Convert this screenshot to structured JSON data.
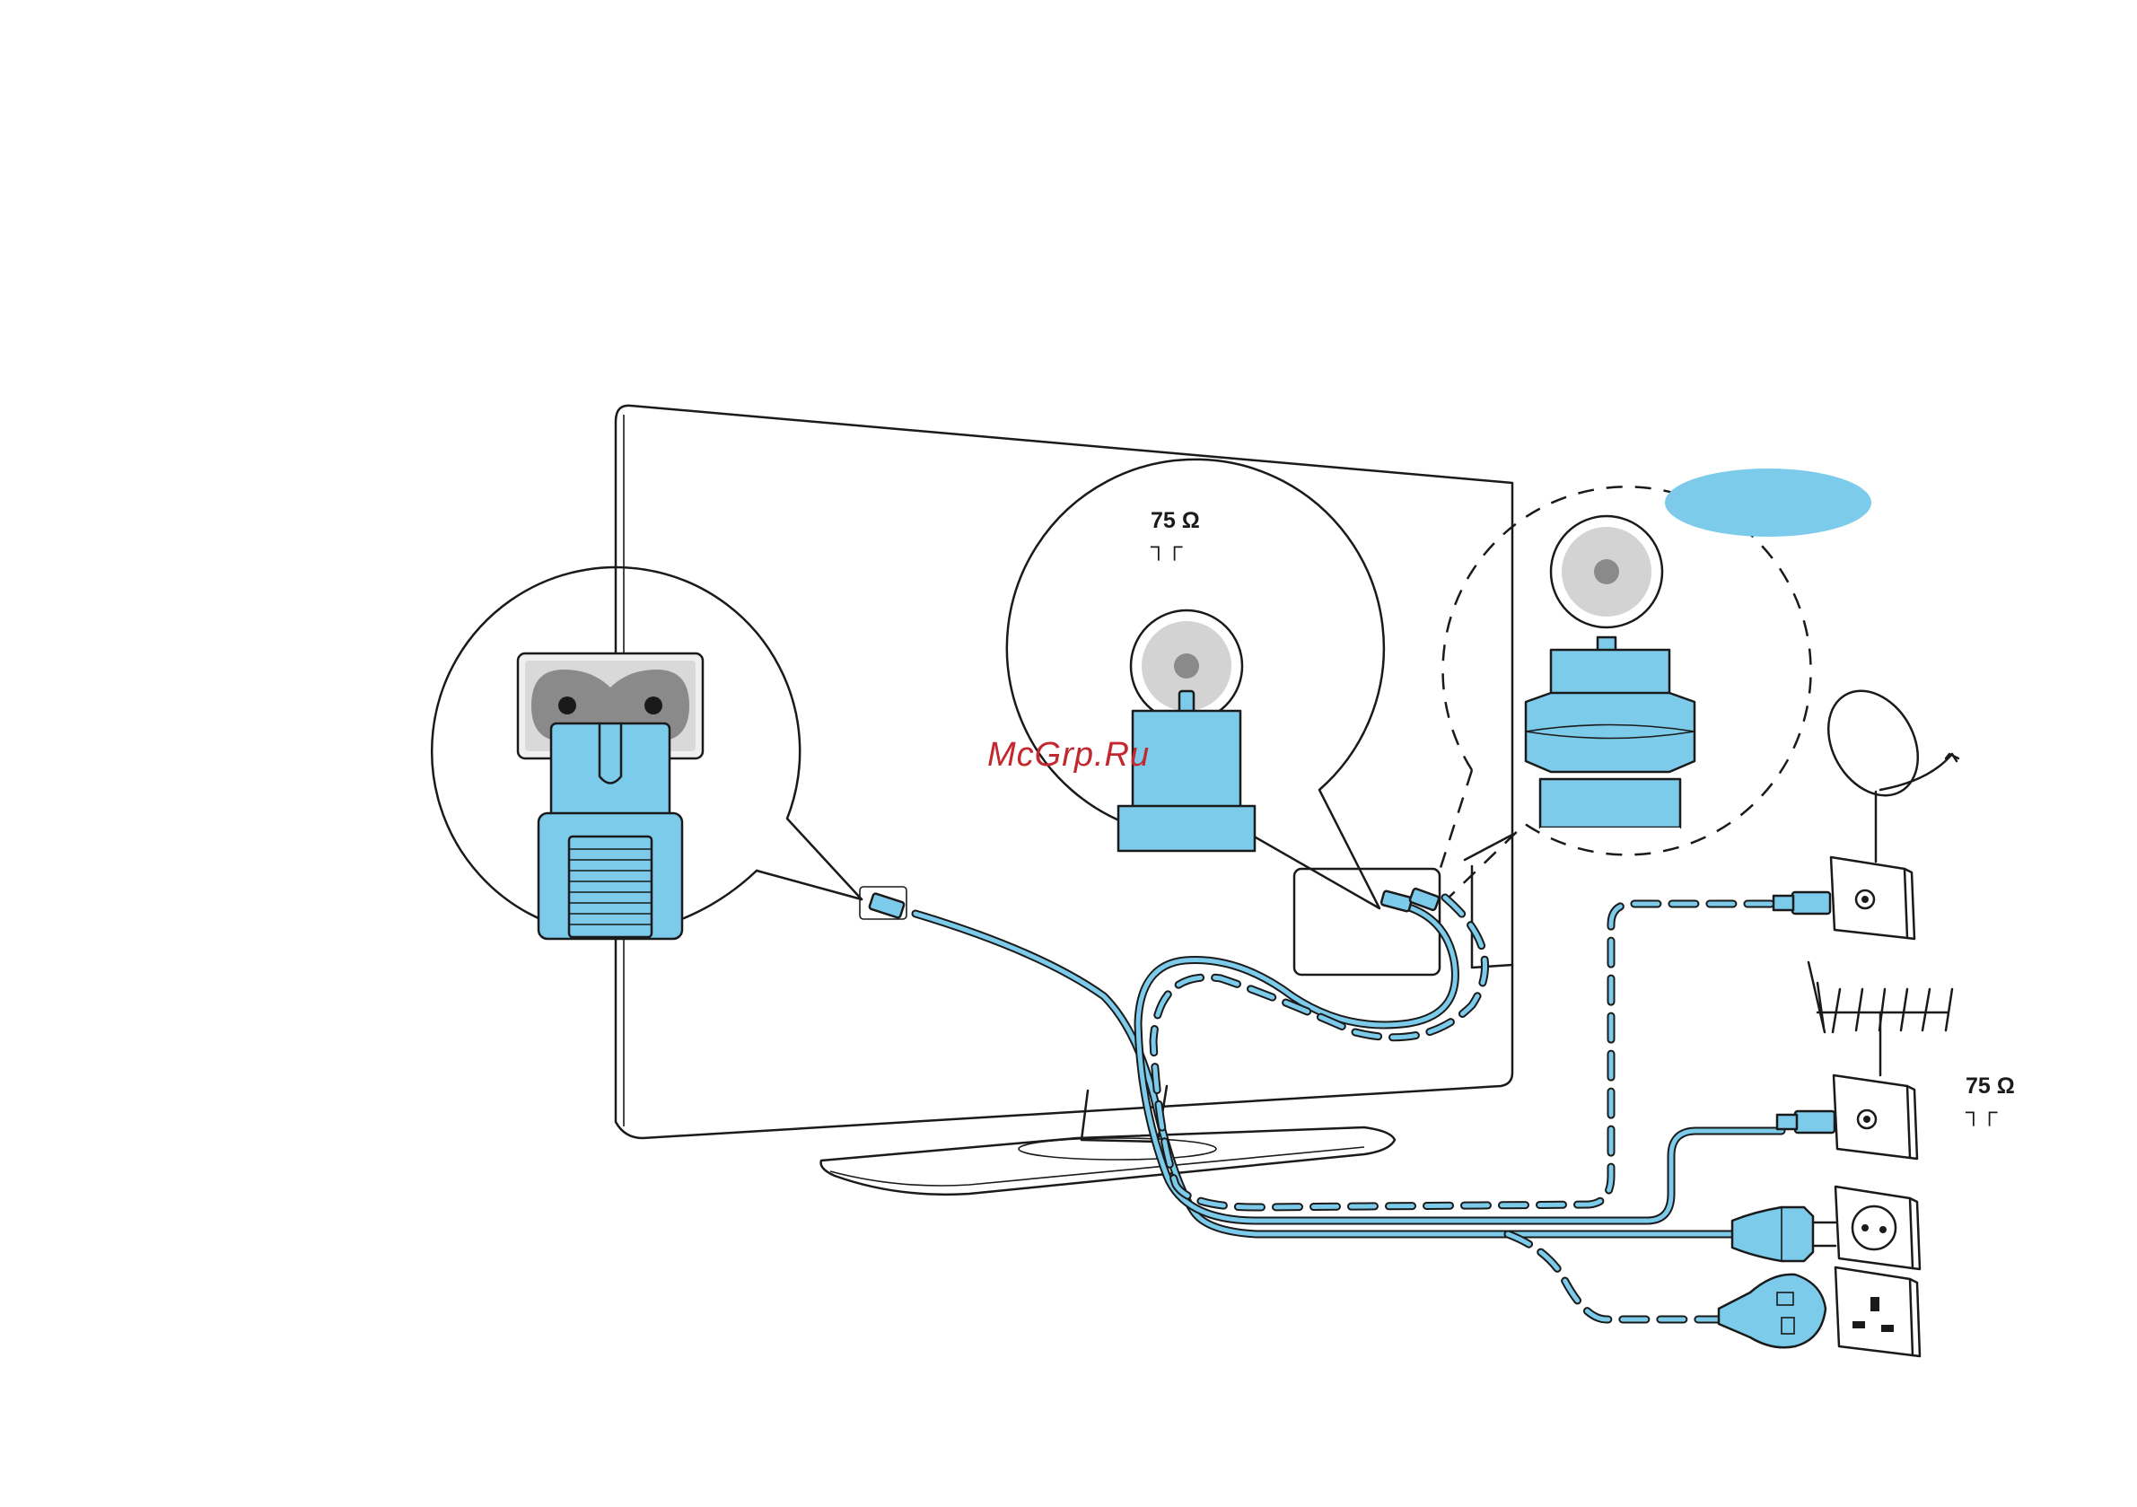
{
  "labels": {
    "impedance_tv_port": "75 Ω",
    "impedance_wall": "75 Ω"
  },
  "watermark": {
    "text": "McGrp.Ru"
  },
  "colors": {
    "cable_fill": "#7ccbea",
    "outline": "#1a1a1a",
    "connector_grey": "#d3d3d3",
    "socket_grey": "#8a8a8a",
    "watermark": "#c2282e"
  },
  "icons": [
    "tv-outline",
    "power-socket-zoom",
    "antenna-socket-zoom",
    "f-connector-zoom",
    "satellite-dish",
    "terrestrial-antenna",
    "antenna-wall-outlet",
    "eu-power-plug",
    "uk-power-plug"
  ]
}
